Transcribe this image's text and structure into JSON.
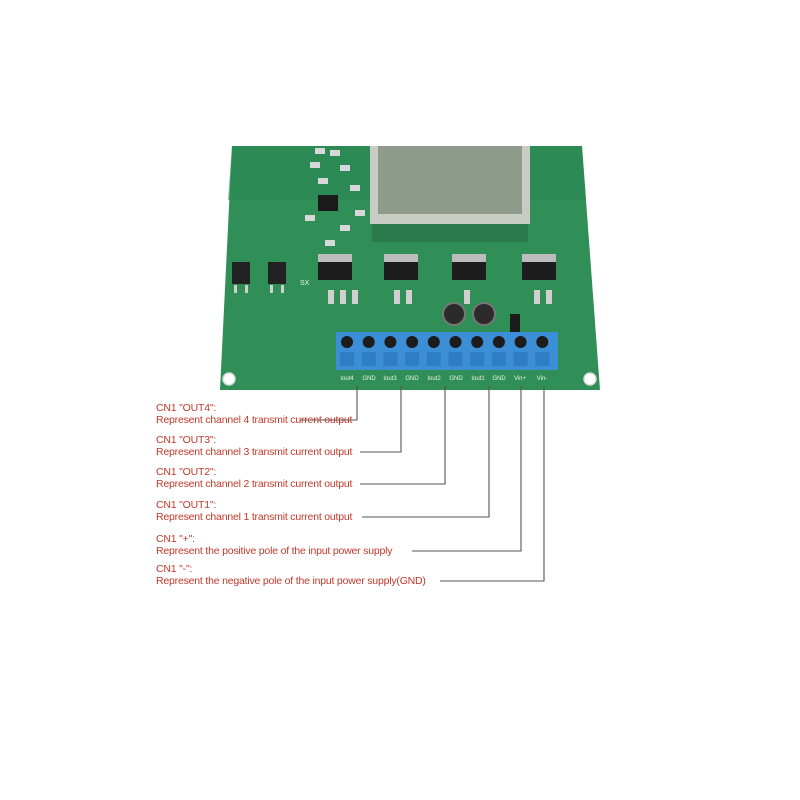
{
  "board": {
    "colors": {
      "pcb": "#2f8f57",
      "pcb_dark": "#1f6b3e",
      "terminal": "#3c8ed6",
      "callout_text": "#c0392b",
      "leader_line": "#555555"
    },
    "terminal_labels": [
      "Iout4",
      "GND",
      "Iout3",
      "GND",
      "Iout2",
      "GND",
      "Iout1",
      "GND",
      "Vin+",
      "Vin-"
    ],
    "sx_label": "SX"
  },
  "callouts": [
    {
      "title": "CN1 \"OUT4\":",
      "desc": "Represent channel 4 transmit current output"
    },
    {
      "title": "CN1 \"OUT3\":",
      "desc": "Represent channel 3 transmit current output"
    },
    {
      "title": "CN1 \"OUT2\":",
      "desc": "Represent channel 2 transmit current output"
    },
    {
      "title": "CN1 \"OUT1\":",
      "desc": "Represent channel 1 transmit current output"
    },
    {
      "title": "CN1 \"+\":",
      "desc": "Represent the positive pole of the input power supply"
    },
    {
      "title": "CN1 \"-\":",
      "desc": "Represent the negative pole of the input power supply(GND)"
    }
  ]
}
